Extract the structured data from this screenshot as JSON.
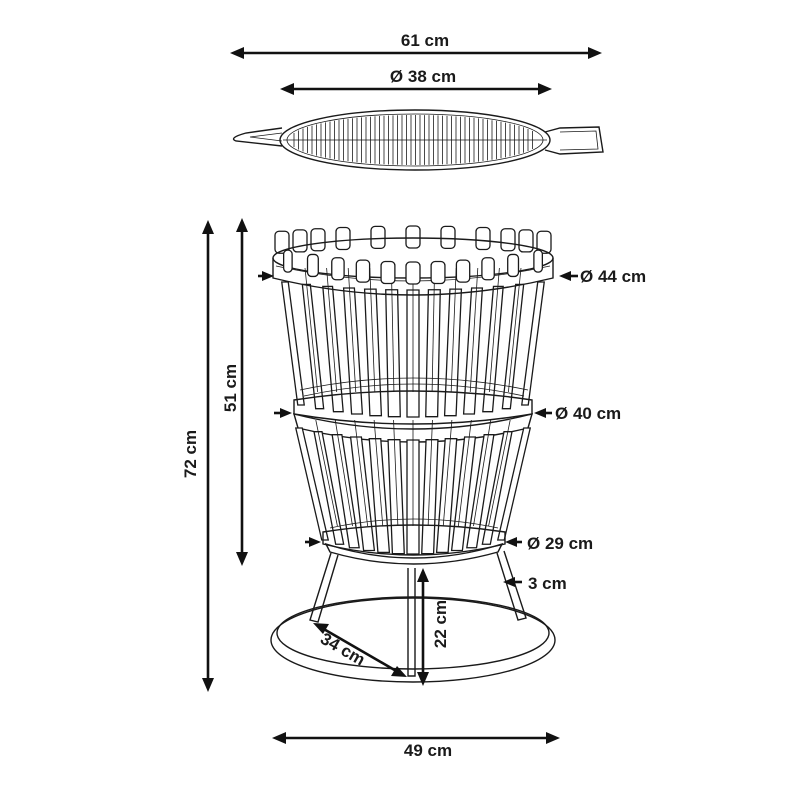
{
  "labels": {
    "width_overall": "61 cm",
    "grate_diameter": "Ø 38 cm",
    "top_diameter": "Ø 44 cm",
    "middle_diameter": "Ø 40 cm",
    "bottom_diameter": "Ø 29 cm",
    "leg_width": "3 cm",
    "height_overall": "72 cm",
    "basket_height": "51 cm",
    "leg_height": "22 cm",
    "base_radius": "34 cm",
    "base_width": "49 cm"
  }
}
